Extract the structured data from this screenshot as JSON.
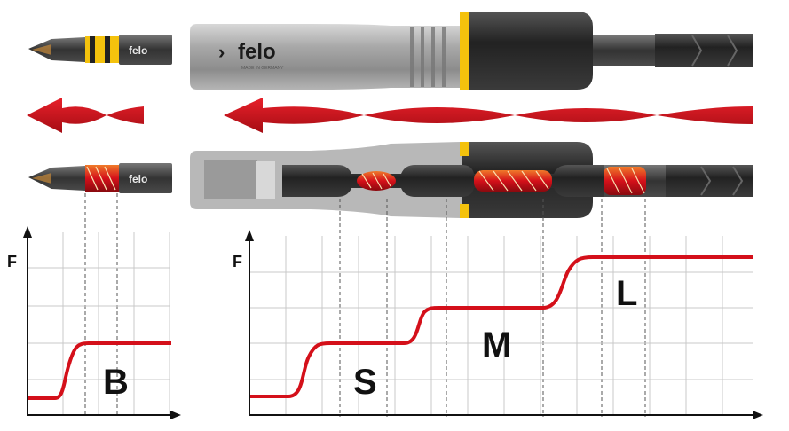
{
  "brand": {
    "logo_text": "felo",
    "made_in": "MADE IN GERMANY"
  },
  "bits": {
    "brand_text": "felo"
  },
  "graph_left": {
    "y_axis_label": "F",
    "zone_label": "B"
  },
  "graph_right": {
    "y_axis_label": "F",
    "zone_labels": [
      "S",
      "M",
      "L"
    ]
  },
  "colors": {
    "accent_red": "#d4101a",
    "stripe_yellow": "#f4c20d",
    "steel": "#9a9a9a",
    "dark_metal": "#2b2b2b",
    "grid": "#c8c8c8"
  },
  "icons": {
    "arrows": "twisted-torsion-arrow-icon",
    "axes": "axis-arrow-icon"
  }
}
